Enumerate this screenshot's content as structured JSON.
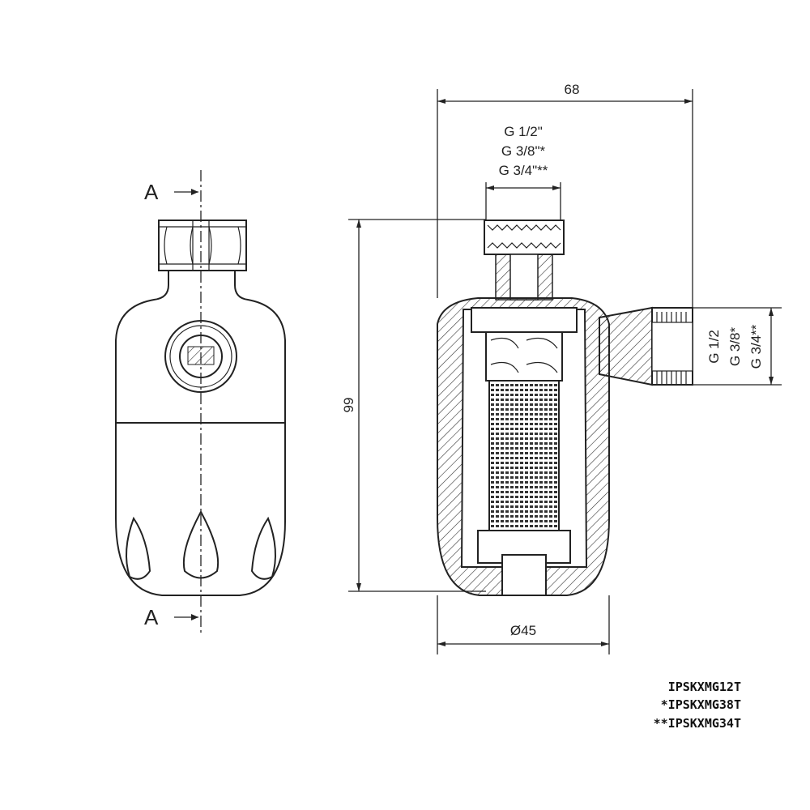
{
  "section_labels": {
    "top": "A",
    "bottom": "A"
  },
  "dimensions": {
    "width": "68",
    "height": "99",
    "diameter": "Ø45",
    "inlet_thread": [
      "G 1/2\"",
      "G 3/8\"*",
      "G 3/4\"**"
    ],
    "outlet_thread": [
      "G 1/2",
      "G 3/8*",
      "G 3/4**"
    ]
  },
  "model_codes": [
    "IPSKXMG12T",
    "*IPSKXMG38T",
    "**IPSKXMG34T"
  ]
}
